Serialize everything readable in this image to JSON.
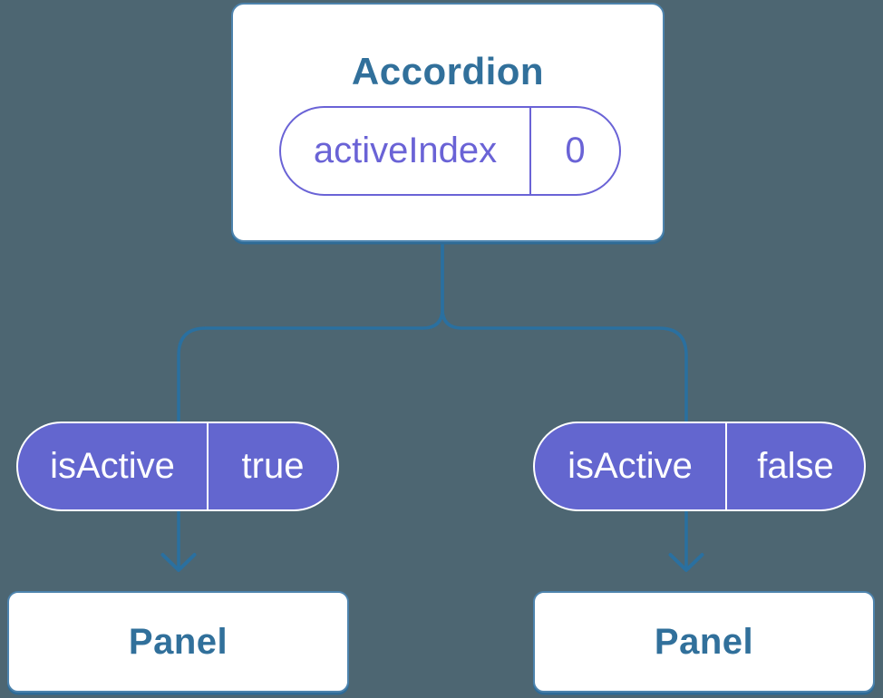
{
  "diagram": {
    "root": {
      "title": "Accordion",
      "state": {
        "label": "activeIndex",
        "value": "0"
      }
    },
    "props": [
      {
        "label": "isActive",
        "value": "true"
      },
      {
        "label": "isActive",
        "value": "false"
      }
    ],
    "panels": [
      {
        "title": "Panel"
      },
      {
        "title": "Panel"
      }
    ]
  },
  "colors": {
    "background": "#4d6672",
    "card-border": "#4d83ad",
    "card-shadow": "#2e6b97",
    "label-text": "#31709b",
    "connector": "#2a70a0",
    "purple-stroke": "#6a63d6",
    "purple-fill": "#6366cf"
  }
}
